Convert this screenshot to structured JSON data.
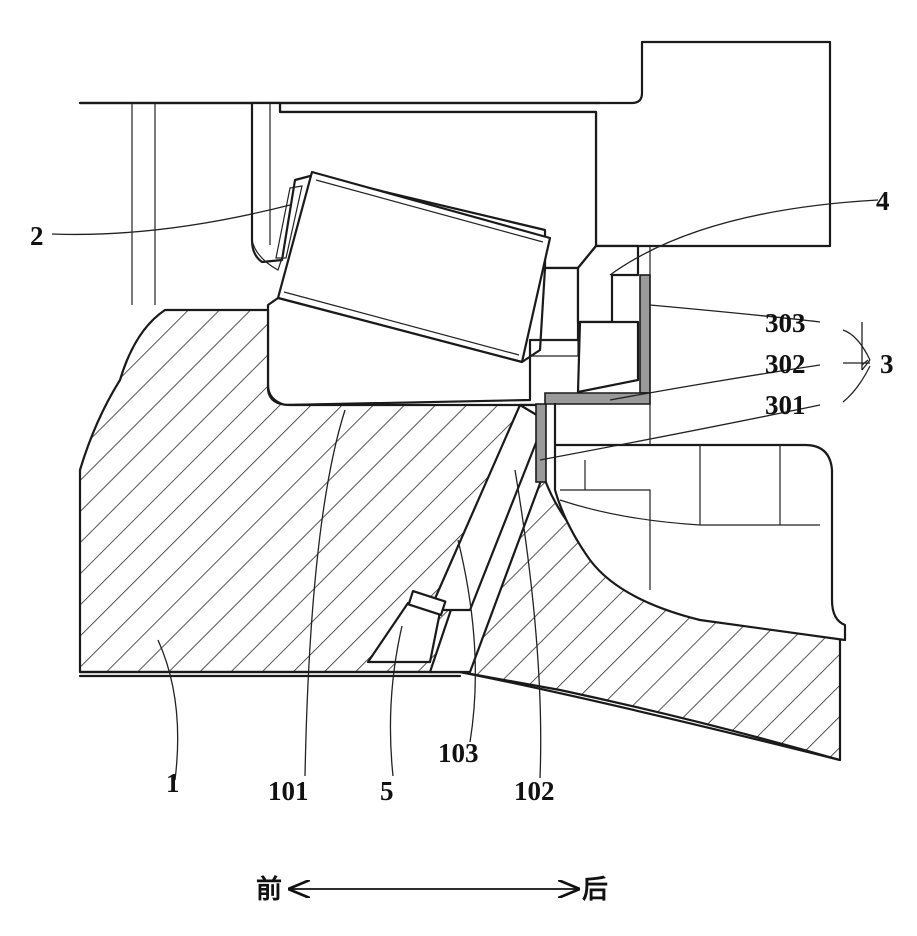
{
  "labels": {
    "part_1": "1",
    "part_101": "101",
    "part_5": "5",
    "part_103": "103",
    "part_102": "102",
    "part_2": "2",
    "part_4": "4",
    "part_303": "303",
    "part_302": "302",
    "part_301": "301",
    "part_3": "3"
  },
  "direction": {
    "front": "前",
    "back": "后"
  }
}
